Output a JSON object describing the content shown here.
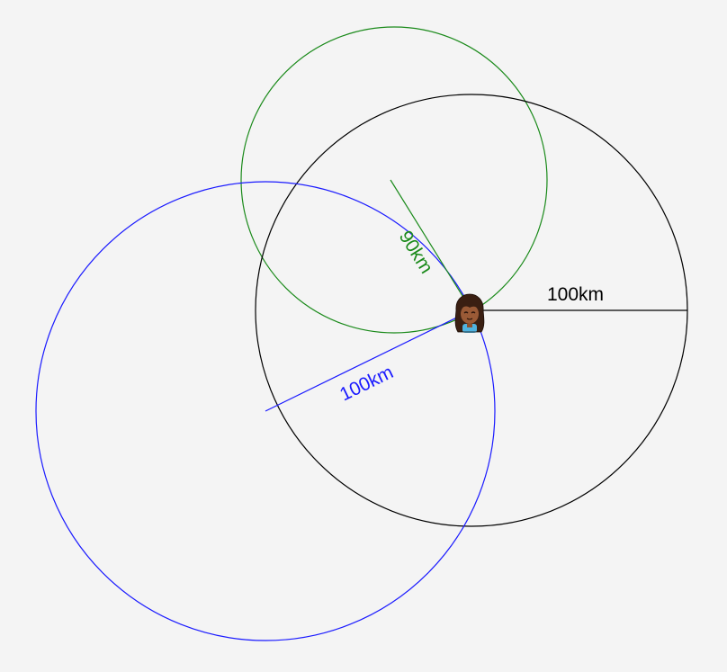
{
  "diagram": {
    "center_person": "person-icon",
    "circles": [
      {
        "id": "black",
        "color": "#000000",
        "distance_label": "100km"
      },
      {
        "id": "green",
        "color": "#1a8a1a",
        "distance_label": "90km"
      },
      {
        "id": "blue",
        "color": "#1a1aff",
        "distance_label": "100km"
      }
    ],
    "background": "#f4f4f4"
  }
}
